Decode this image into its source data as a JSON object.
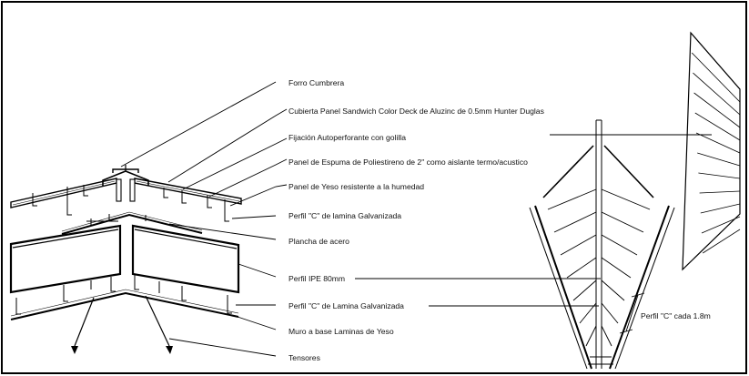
{
  "labels": {
    "forro_cumbrera": "Forro Cumbrera",
    "cubierta": "Cubierta Panel Sandwich Color Deck de Aluzinc de 0.5mm Hunter Duglas",
    "fijacion": "Fijación Autoperforante con golilla",
    "panel_espuma": "Panel de Espuma de Poliestireno de 2\" como aislante termo/acustico",
    "panel_yeso": "Panel de Yeso resistente a la humedad",
    "perfil_c_lamina_1": "Perfil \"C\" de lamina Galvanizada",
    "plancha": "Plancha de acero",
    "perfil_ipe": "Perfil IPE 80mm",
    "perfil_c_lamina_2": "Perfil \"C\" de Lamina Galvanizada",
    "muro": "Muro a base Laminas de Yeso",
    "tensores": "Tensores",
    "perfil_c_cada": "Perfil \"C\" cada 1.8m"
  }
}
